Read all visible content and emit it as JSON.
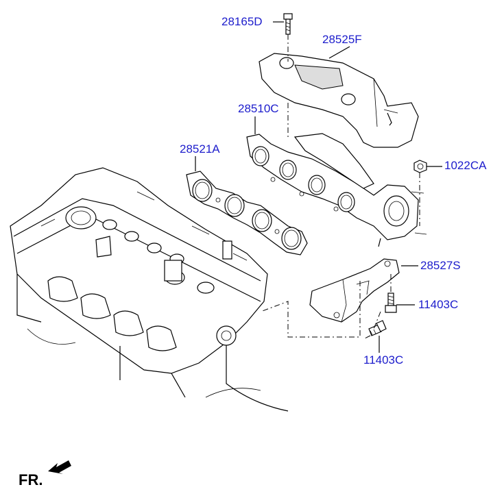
{
  "labels": {
    "p28165D": "28165D",
    "p28525F": "28525F",
    "p28510C": "28510C",
    "p28521A": "28521A",
    "p1022CA": "1022CA",
    "p28527S": "28527S",
    "p11403C_a": "11403C",
    "p11403C_b": "11403C"
  },
  "orientation": {
    "text": "FR."
  },
  "colors": {
    "label": "#1c1ccc",
    "line": "#000000"
  }
}
